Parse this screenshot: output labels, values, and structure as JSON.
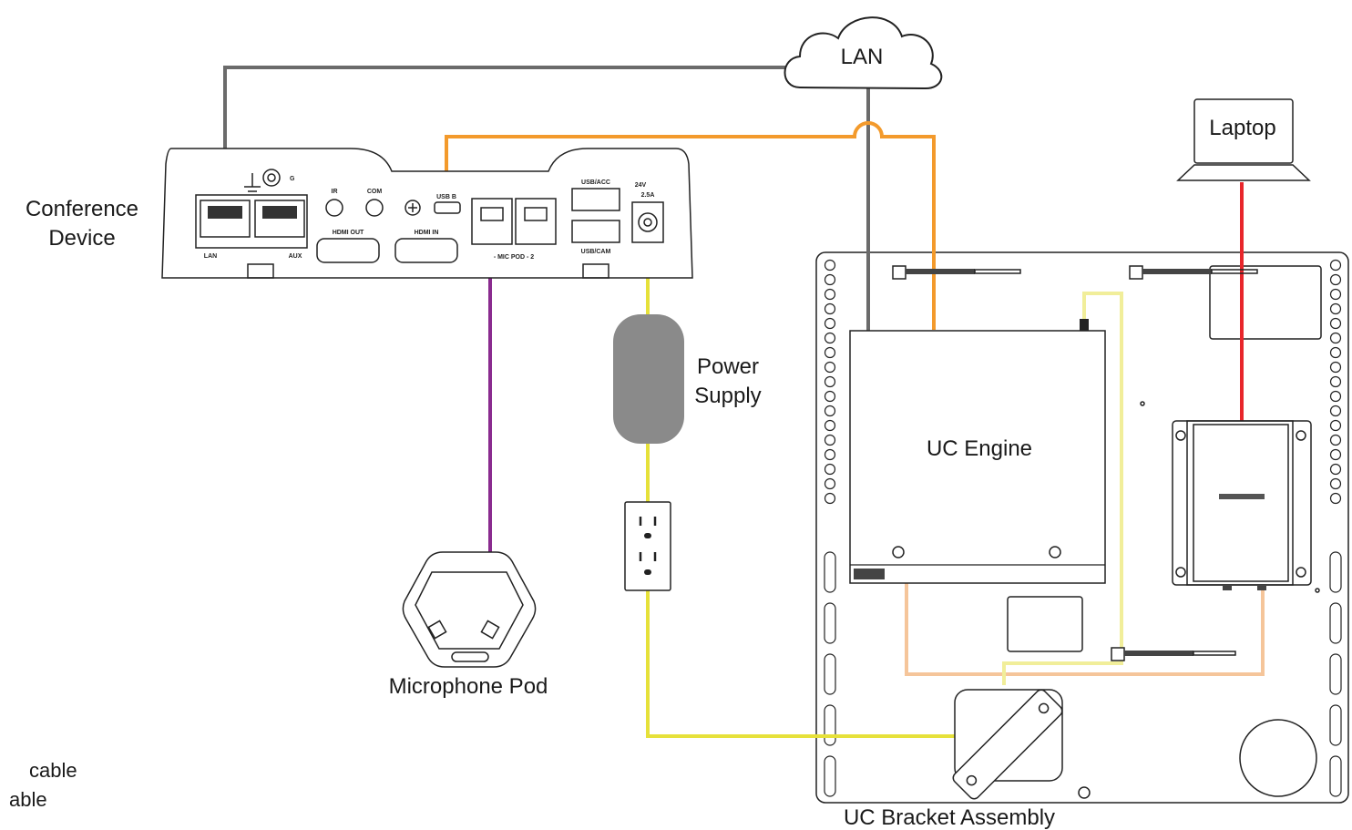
{
  "labels": {
    "lan_cloud": "LAN",
    "laptop": "Laptop",
    "conference_device_line1": "Conference",
    "conference_device_line2": "Device",
    "power_supply_line1": "Power",
    "power_supply_line2": "Supply",
    "uc_engine": "UC Engine",
    "microphone_pod": "Microphone Pod",
    "uc_bracket_assembly": "UC Bracket Assembly",
    "legend_fragment_1": "cable",
    "legend_fragment_2": "able"
  },
  "ports": {
    "lan": "LAN",
    "aux": "AUX",
    "ir": "IR",
    "com": "COM",
    "usb_b": "USB B",
    "hdmi_out": "HDMI OUT",
    "hdmi_in": "HDMI IN",
    "mic_pod": "- MIC POD - 2",
    "usb_acc": "USB/ACC",
    "usb_cam": "USB/CAM",
    "power_rating_1": "24V",
    "power_rating_2": "2.5A",
    "ground": "G"
  },
  "cable_colors": {
    "lan": "#6b6b6b",
    "usb": "#f39a2c",
    "power": "#e6e13a",
    "mic": "#8a2b8f",
    "hdmi": "#e8262b",
    "usb_light": "#f5c59a",
    "power_light": "#f1ee9a"
  }
}
